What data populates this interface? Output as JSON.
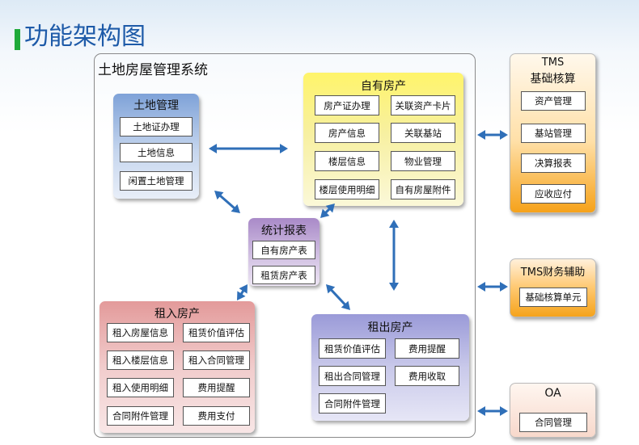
{
  "page_title": "功能架构图",
  "system_title": "土地房屋管理系统",
  "land": {
    "title": "土地管理",
    "items": [
      "土地证办理",
      "土地信息",
      "闲置土地管理"
    ]
  },
  "own": {
    "title": "自有房产",
    "items": [
      "房产证办理",
      "关联资产卡片",
      "房产信息",
      "关联基站",
      "楼层信息",
      "物业管理",
      "楼层使用明细",
      "自有房屋附件"
    ]
  },
  "stats": {
    "title": "统计报表",
    "items": [
      "自有房产表",
      "租赁房产表"
    ]
  },
  "rent_in": {
    "title": "租入房产",
    "items": [
      "租入房屋信息",
      "租赁价值评估",
      "租入楼层信息",
      "租入合同管理",
      "租入使用明细",
      "费用提醒",
      "合同附件管理",
      "费用支付"
    ]
  },
  "rent_out": {
    "title": "租出房产",
    "items": [
      "租赁价值评估",
      "费用提醒",
      "租出合同管理",
      "费用收取",
      "合同附件管理"
    ]
  },
  "tms": {
    "title_line1": "TMS",
    "title_line2": "基础核算",
    "items": [
      "资产管理",
      "基站管理",
      "决算报表",
      "应收应付"
    ]
  },
  "tms_finance": {
    "title": "TMS财务辅助",
    "items": [
      "基础核算单元"
    ]
  },
  "oa": {
    "title": "OA",
    "items": [
      "合同管理"
    ]
  },
  "colors": {
    "arrow": "#2f6fb8",
    "title_accent": "#1faa3a",
    "title_text": "#1d5aa8"
  }
}
